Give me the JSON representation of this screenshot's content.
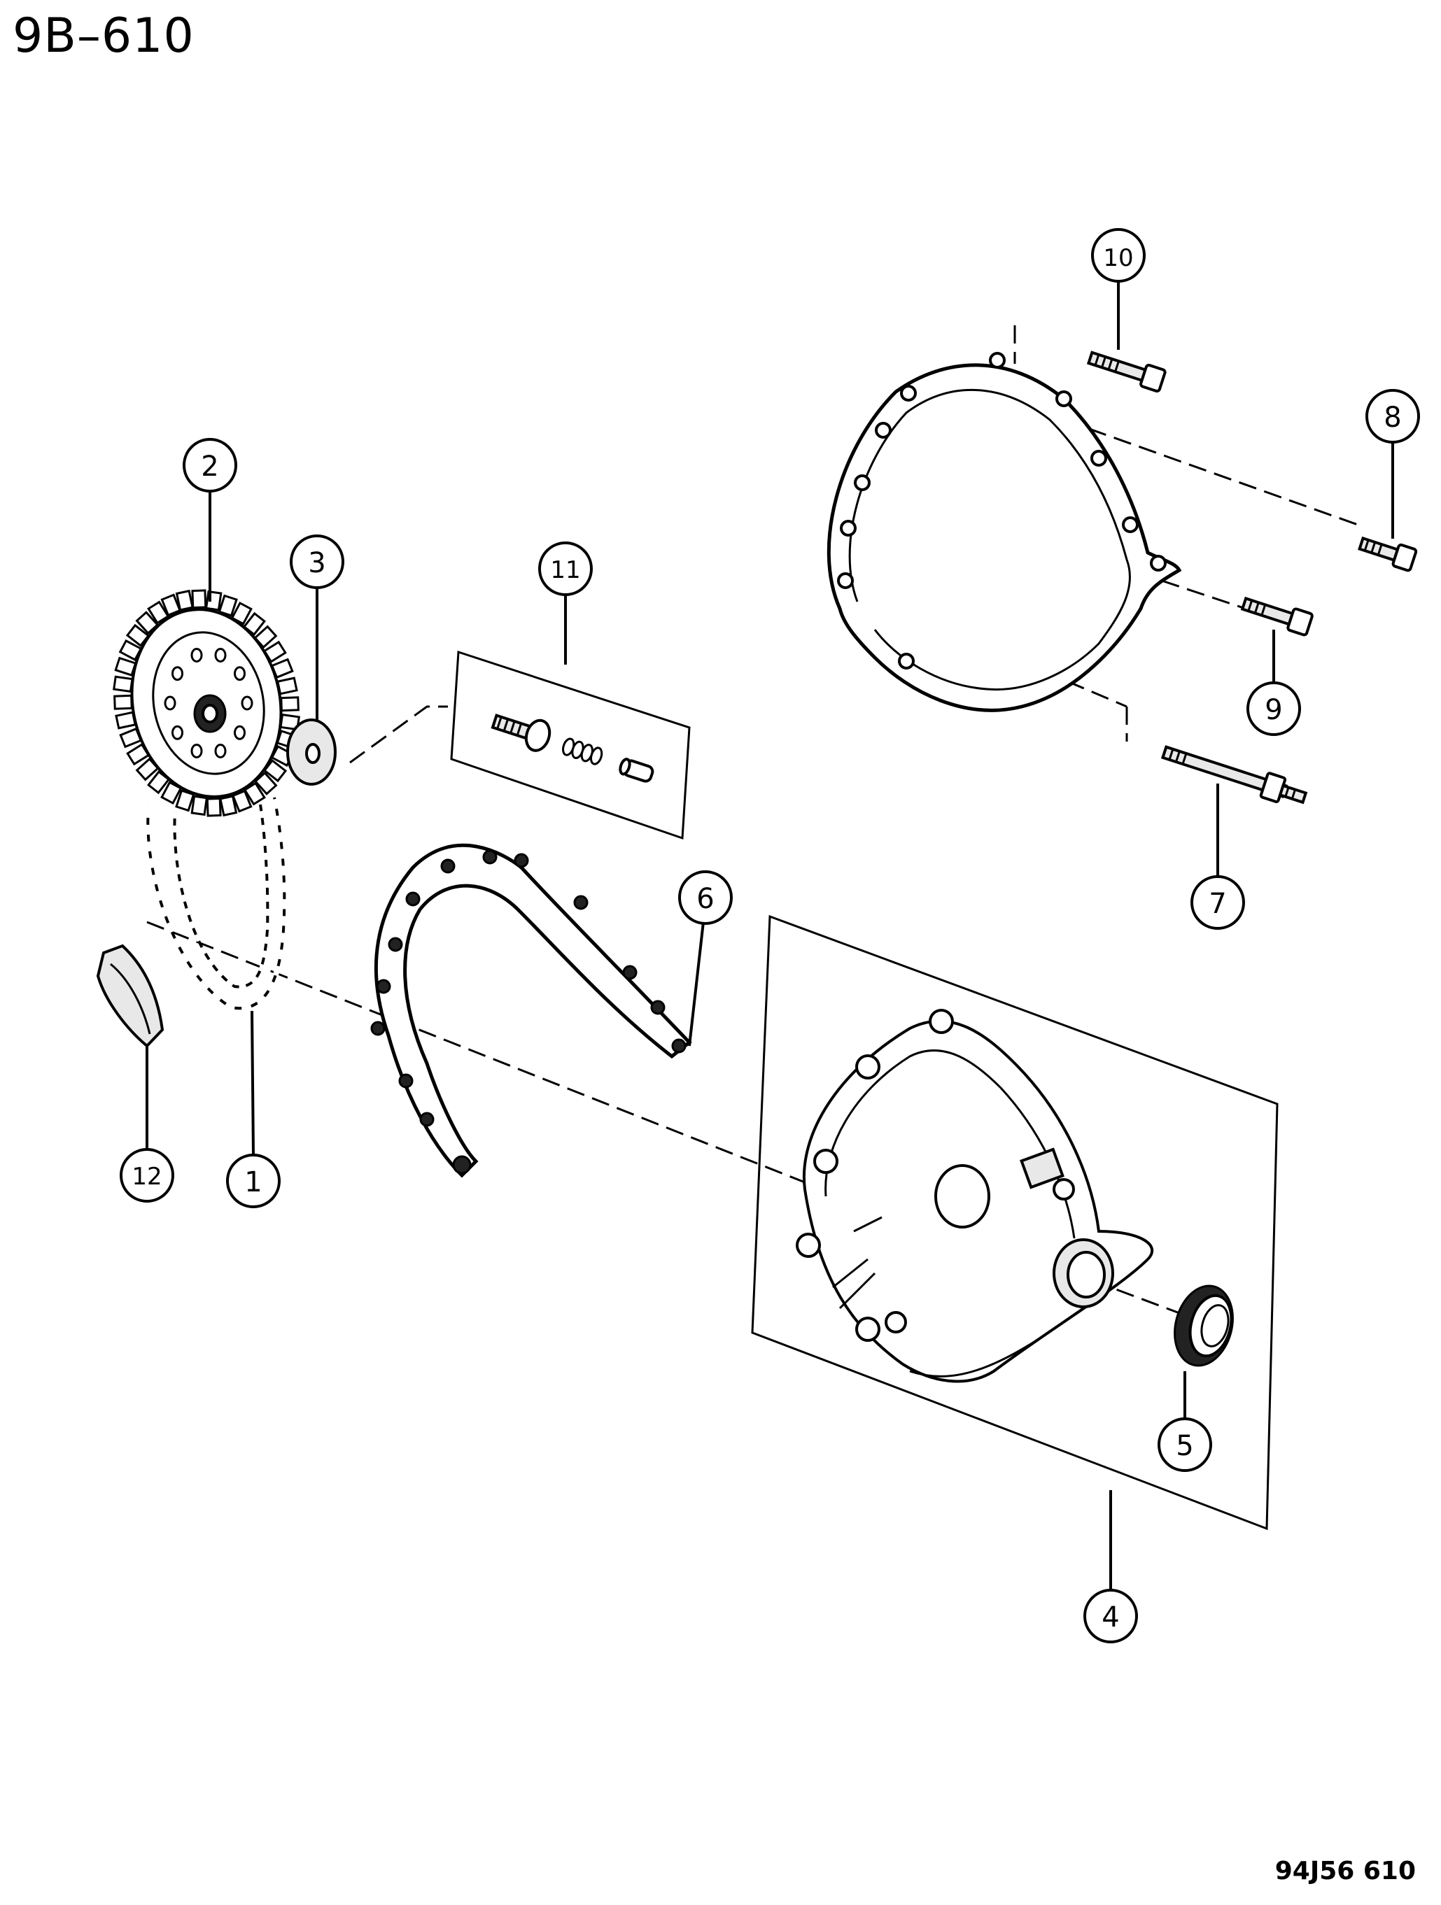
{
  "header": {
    "page_code": "9B–610"
  },
  "footer": {
    "figure_code": "94J56  610"
  },
  "callouts": [
    {
      "id": "1",
      "label": "1"
    },
    {
      "id": "2",
      "label": "2"
    },
    {
      "id": "3",
      "label": "3"
    },
    {
      "id": "4",
      "label": "4"
    },
    {
      "id": "5",
      "label": "5"
    },
    {
      "id": "6",
      "label": "6"
    },
    {
      "id": "7",
      "label": "7"
    },
    {
      "id": "8",
      "label": "8"
    },
    {
      "id": "9",
      "label": "9"
    },
    {
      "id": "10",
      "label": "10"
    },
    {
      "id": "11",
      "label": "11"
    },
    {
      "id": "12",
      "label": "12"
    }
  ]
}
